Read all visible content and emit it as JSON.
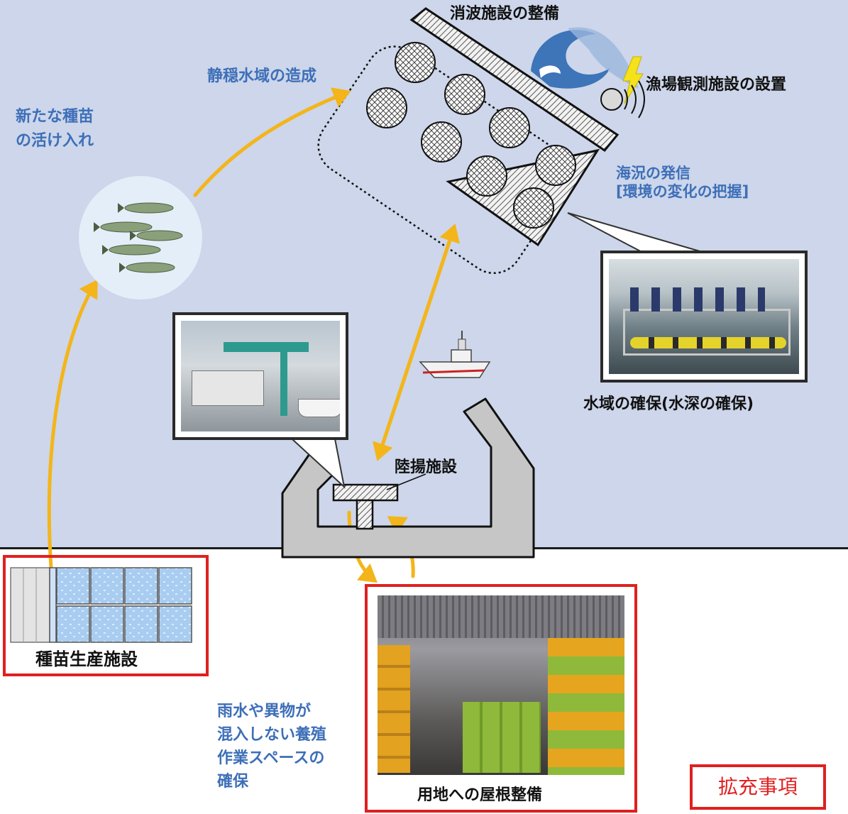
{
  "labels": {
    "wave_facility": "消波施設の整備",
    "calm_water": "静穏水域の造成",
    "observation": "漁場観測施設の設置",
    "sea_info_1": "海況の発信",
    "sea_info_2": "[環境の変化の把握]",
    "new_seedling_1": "新たな種苗",
    "new_seedling_2": "の活け入れ",
    "water_area": "水域の確保(水深の確保)",
    "land_facility": "陸揚施設",
    "seedling_facility": "種苗生産施設",
    "roof": "用地への屋根整備",
    "workspace": [
      "雨水や異物が",
      "混入しない養殖",
      "作業スペースの",
      "確保"
    ],
    "expansion": "拡充事項"
  },
  "icons": {
    "fish": "fish-school-icon",
    "wave": "wave-icon",
    "signal": "radio-signal-icon",
    "ship": "ship-icon",
    "lightning": "lightning-icon"
  },
  "colors": {
    "sea": "#cdd6ea",
    "arrow": "#f3b51a",
    "label_blue": "#3d6fb8",
    "highlight_red": "#e02020"
  }
}
